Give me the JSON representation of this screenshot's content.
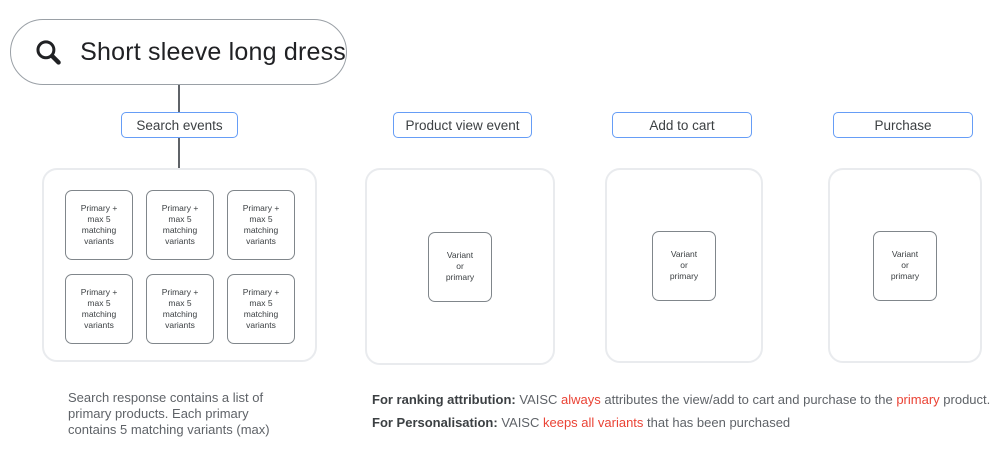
{
  "search": {
    "query": "Short sleeve long dress"
  },
  "labels": {
    "search_events": "Search events",
    "product_view": "Product view event",
    "add_to_cart": "Add to cart",
    "purchase": "Purchase"
  },
  "search_events_boxes": [
    "Primary +\nmax 5\nmatching\nvariants",
    "Primary +\nmax 5\nmatching\nvariants",
    "Primary +\nmax 5\nmatching\nvariants",
    "Primary +\nmax 5\nmatching\nvariants",
    "Primary +\nmax 5\nmatching\nvariants",
    "Primary +\nmax 5\nmatching\nvariants"
  ],
  "variant_box": "Variant\nor\nprimary",
  "notes": {
    "search_note": "Search response contains a list of\nprimary products. Each primary\ncontains 5 matching variants (max)",
    "ranking_segments": [
      {
        "text": "For ranking attribution:",
        "style": "bold"
      },
      {
        "text": " VAISC ",
        "style": "gray"
      },
      {
        "text": "always",
        "style": "red"
      },
      {
        "text": " attributes the view/add to cart and purchase to the ",
        "style": "gray"
      },
      {
        "text": "primary",
        "style": "red"
      },
      {
        "text": " product.",
        "style": "gray"
      }
    ],
    "personalisation_segments": [
      {
        "text": "For Personalisation:",
        "style": "bold"
      },
      {
        "text": " VAISC ",
        "style": "gray"
      },
      {
        "text": "keeps all variants",
        "style": "red"
      },
      {
        "text": " that has been purchased",
        "style": "gray"
      }
    ]
  },
  "colors": {
    "accent_blue": "#669DF6",
    "highlight_red": "#EA4335",
    "text_dark": "#202124",
    "text_gray": "#5F6368",
    "box_border": "#80868B",
    "container_border": "#E9EBEE"
  }
}
